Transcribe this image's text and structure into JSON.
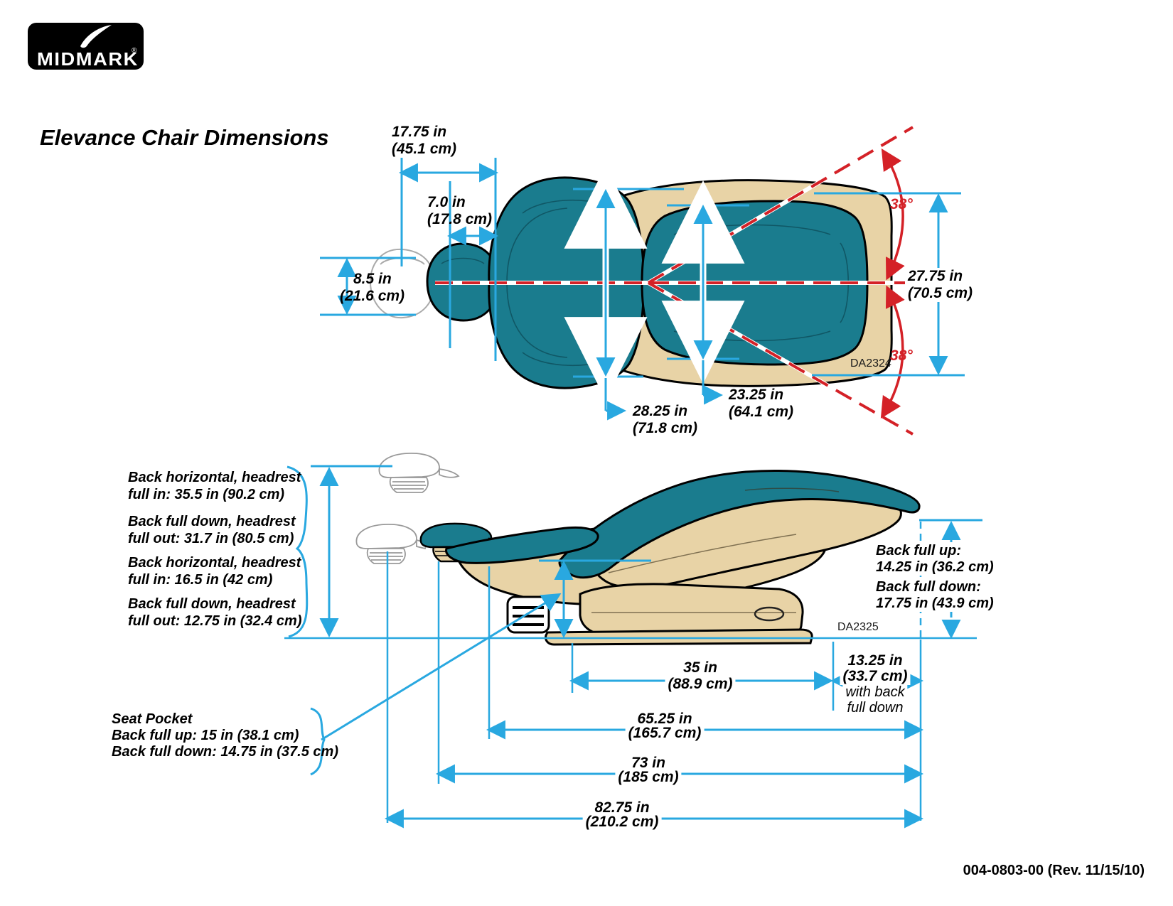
{
  "header": {
    "brand": "MIDMARK",
    "registered": "®",
    "title": "Elevance Chair Dimensions"
  },
  "footer": {
    "doc_number": "004-0803-00 (Rev. 11/15/10)"
  },
  "colors": {
    "teal": "#1A7C8E",
    "tan": "#E8D3A6",
    "blue": "#29A8E0",
    "red": "#D42127"
  },
  "top_view": {
    "figure_id": "DA2324",
    "travel_in": "17.75 in",
    "travel_cm": "(45.1 cm)",
    "ext_in": "7.0 in",
    "ext_cm": "(17.8 cm)",
    "width_in": "8.5 in",
    "width_cm": "(21.6 cm)",
    "back_in": "28.25 in",
    "back_cm": "(71.8 cm)",
    "seat_in": "23.25 in",
    "seat_cm": "(64.1 cm)",
    "overall_in": "27.75 in",
    "overall_cm": "(70.5 cm)",
    "angle_upper": "38°",
    "angle_lower": "38°"
  },
  "side_view": {
    "figure_id": "DA2325",
    "notes": [
      {
        "l1": "Back horizontal, headrest",
        "l2": "full in: 35.5 in (90.2 cm)"
      },
      {
        "l1": "Back full down, headrest",
        "l2": "full out: 31.7 in (80.5 cm)"
      },
      {
        "l1": "Back horizontal, headrest",
        "l2": "full in: 16.5 in (42 cm)"
      },
      {
        "l1": "Back full down, headrest",
        "l2": "full out: 12.75 in (32.4 cm)"
      }
    ],
    "seat_pocket": {
      "title": "Seat Pocket",
      "l1": "Back full up: 15 in (38.1 cm)",
      "l2": "Back full down: 14.75 in (37.5 cm)"
    },
    "back": {
      "up_label": "Back full up:",
      "up_value": "14.25 in (36.2 cm)",
      "down_label": "Back full down:",
      "down_value": "17.75 in (43.9 cm)"
    },
    "d35_in": "35 in",
    "d35_cm": "(88.9 cm)",
    "d1325_in": "13.25 in",
    "d1325_cm": "(33.7 cm)",
    "d1325_n1": "with back",
    "d1325_n2": "full down",
    "d6525_in": "65.25 in",
    "d6525_cm": "(165.7 cm)",
    "d73_in": "73 in",
    "d73_cm": "(185 cm)",
    "d8275_in": "82.75 in",
    "d8275_cm": "(210.2 cm)"
  }
}
